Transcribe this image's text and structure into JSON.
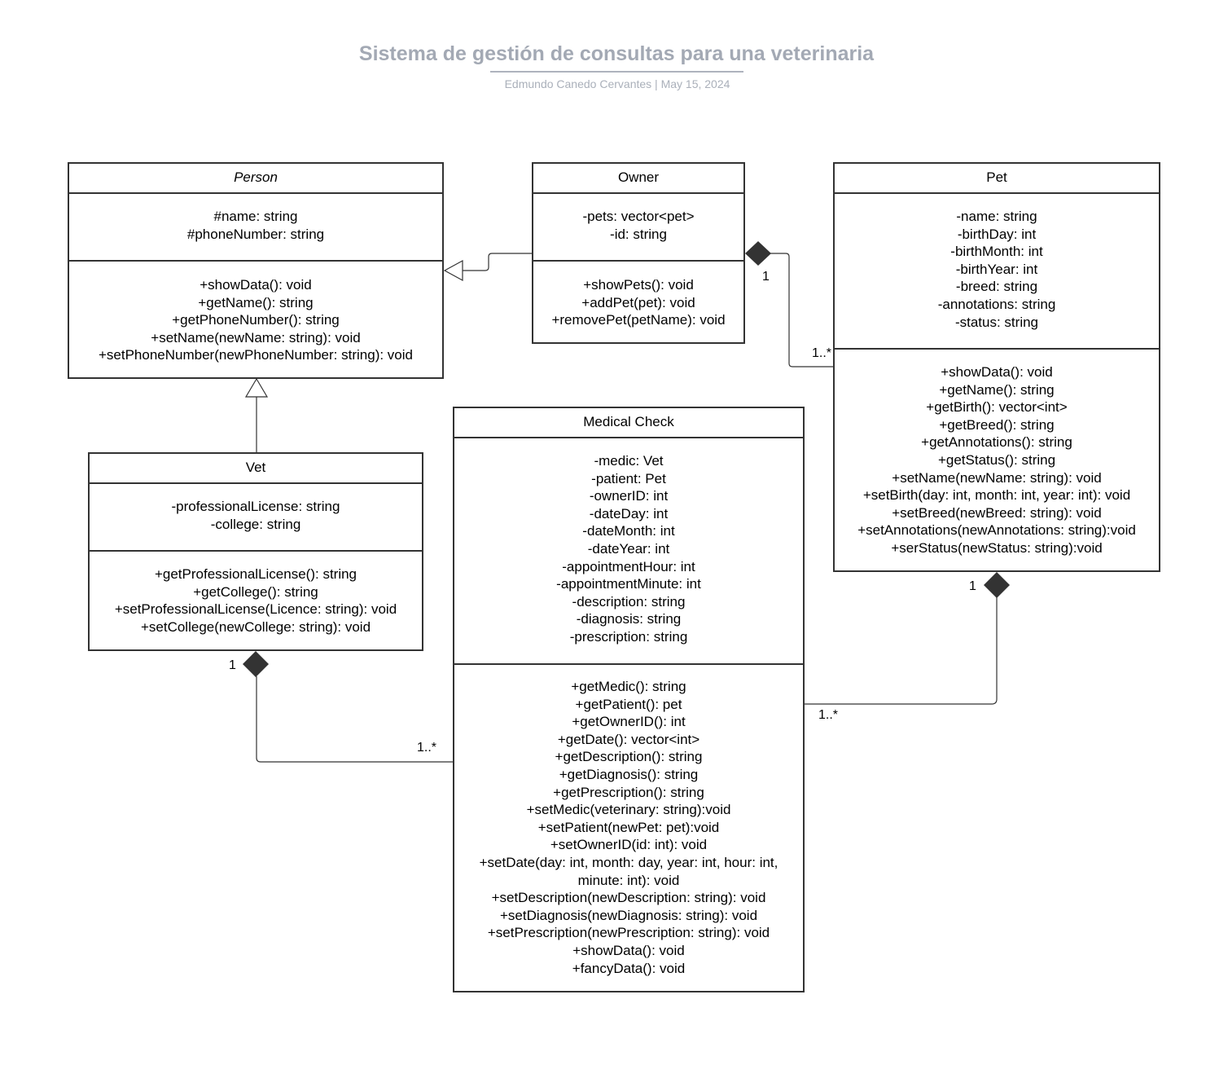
{
  "header": {
    "title": "Sistema de gestión de consultas para una veterinaria",
    "subtitle": "Edmundo Canedo Cervantes  |  May 15, 2024"
  },
  "classes": {
    "person": {
      "name": "Person",
      "attributes": [
        "#name: string",
        "#phoneNumber: string"
      ],
      "methods": [
        "+showData(): void",
        "+getName(): string",
        "+getPhoneNumber(): string",
        "+setName(newName: string): void",
        "+setPhoneNumber(newPhoneNumber: string): void"
      ]
    },
    "owner": {
      "name": "Owner",
      "attributes": [
        "-pets: vector<pet>",
        "-id: string"
      ],
      "methods": [
        "+showPets(): void",
        "+addPet(pet): void",
        "+removePet(petName): void"
      ]
    },
    "pet": {
      "name": "Pet",
      "attributes": [
        "-name: string",
        "-birthDay: int",
        "-birthMonth: int",
        "-birthYear: int",
        "-breed: string",
        "-annotations: string",
        "-status: string"
      ],
      "methods": [
        "+showData(): void",
        "+getName(): string",
        "+getBirth(): vector<int>",
        "+getBreed(): string",
        "+getAnnotations(): string",
        "+getStatus(): string",
        "+setName(newName: string): void",
        "+setBirth(day: int, month: int, year: int): void",
        "+setBreed(newBreed: string): void",
        "+setAnnotations(newAnnotations: string):void",
        "+serStatus(newStatus: string):void"
      ]
    },
    "vet": {
      "name": "Vet",
      "attributes": [
        "-professionalLicense: string",
        "-college: string"
      ],
      "methods": [
        "+getProfessionalLicense(): string",
        "+getCollege(): string",
        "+setProfessionalLicense(Licence: string): void",
        "+setCollege(newCollege: string): void"
      ]
    },
    "medical_check": {
      "name": "Medical Check",
      "attributes": [
        "-medic: Vet",
        "-patient: Pet",
        "-ownerID: int",
        "-dateDay: int",
        "-dateMonth: int",
        "-dateYear: int",
        "-appointmentHour: int",
        "-appointmentMinute: int",
        "-description: string",
        "-diagnosis: string",
        "-prescription: string"
      ],
      "methods": [
        "+getMedic(): string",
        "+getPatient(): pet",
        "+getOwnerID(): int",
        "+getDate(): vector<int>",
        "+getDescription(): string",
        "+getDiagnosis(): string",
        "+getPrescription(): string",
        "+setMedic(veterinary: string):void",
        "+setPatient(newPet: pet):void",
        "+setOwnerID(id: int): void",
        "+setDate(day: int, month: day, year: int, hour: int,",
        "minute: int): void",
        "+setDescription(newDescription: string): void",
        "+setDiagnosis(newDiagnosis: string): void",
        "+setPrescription(newPrescription: string): void",
        "+showData(): void",
        "+fancyData(): void"
      ]
    }
  },
  "multiplicities": {
    "owner_pet_one": "1",
    "owner_pet_many": "1..*",
    "vet_check_one": "1",
    "vet_check_many": "1..*",
    "pet_check_one": "1",
    "pet_check_many": "1..*"
  }
}
